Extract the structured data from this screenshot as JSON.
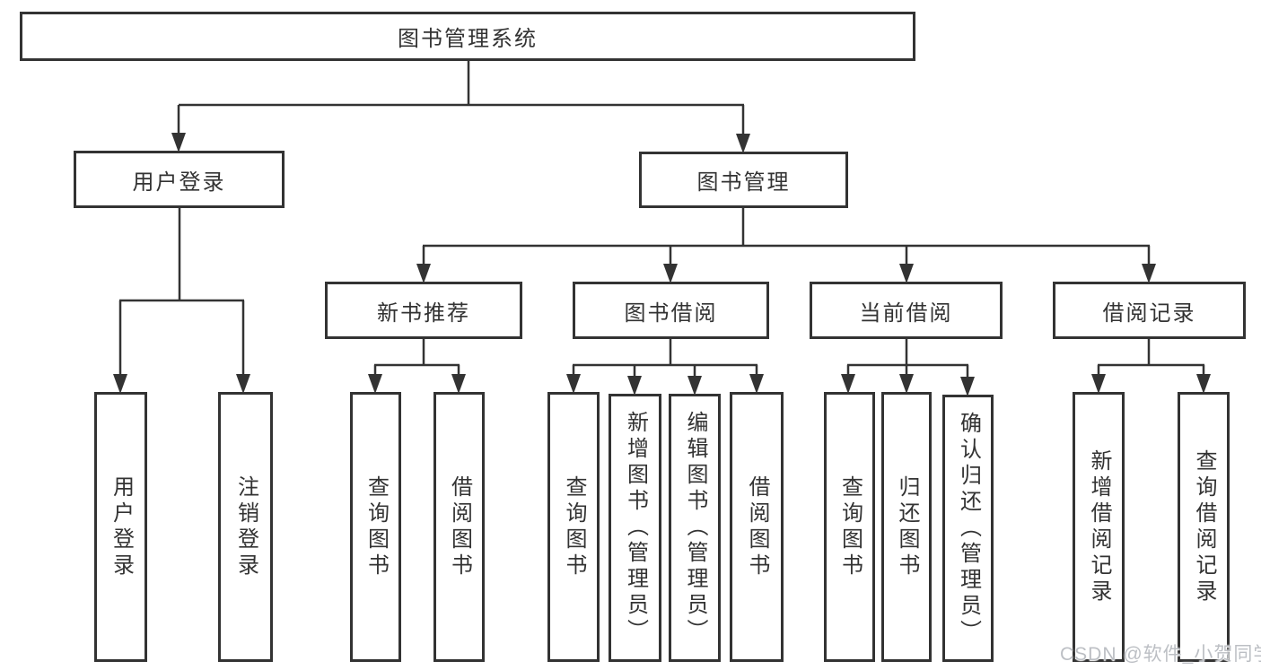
{
  "diagram": {
    "title": "图书管理系统",
    "branches": [
      {
        "label": "用户登录",
        "leaves": [
          "用户登录",
          "注销登录"
        ]
      },
      {
        "label": "图书管理",
        "children": [
          {
            "label": "新书推荐",
            "leaves": [
              "查询图书",
              "借阅图书"
            ]
          },
          {
            "label": "图书借阅",
            "leaves": [
              "查询图书",
              "新增图书（管理员）",
              "编辑图书（管理员）",
              "借阅图书"
            ]
          },
          {
            "label": "当前借阅",
            "leaves": [
              "查询图书",
              "归还图书",
              "确认归还（管理员）"
            ]
          },
          {
            "label": "借阅记录",
            "leaves": [
              "新增借阅记录",
              "查询借阅记录"
            ]
          }
        ]
      }
    ]
  },
  "watermark": "CSDN @软件_小贺同学",
  "colors": {
    "line": "#333333",
    "text": "#333333",
    "box_background": "#ffffff",
    "watermark": "#bcbfc4",
    "background": "#ffffff"
  }
}
